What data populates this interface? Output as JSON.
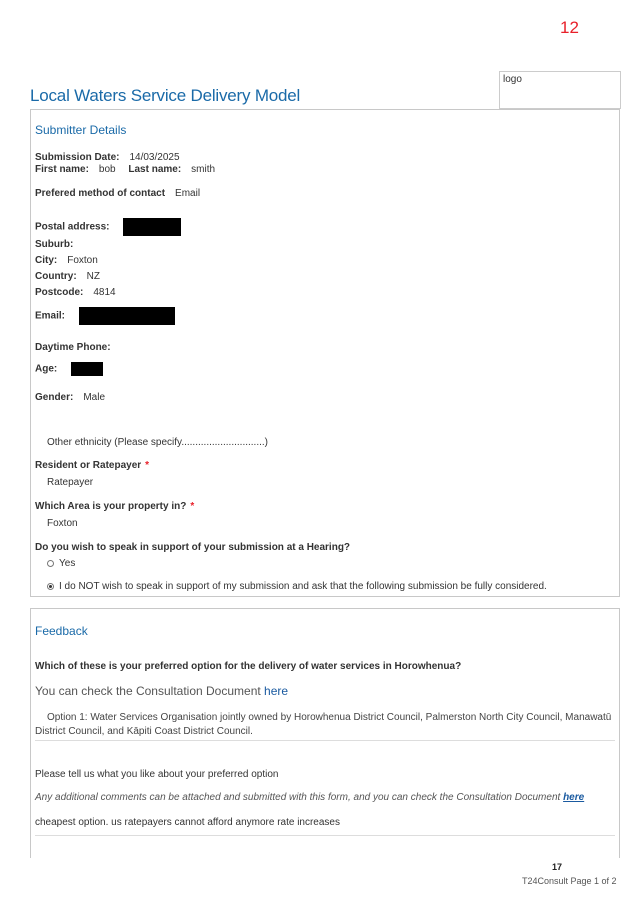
{
  "page_number": "12",
  "logo_text": "logo",
  "title": "Local Waters Service Delivery Model",
  "submitter": {
    "heading": "Submitter Details",
    "submission_date_label": "Submission Date:",
    "submission_date": "14/03/2025",
    "first_name_label": "First name:",
    "first_name": "bob",
    "last_name_label": "Last name:",
    "last_name": "smith",
    "contact_label": "Prefered method of contact",
    "contact_value": "Email",
    "postal_label": "Postal address:",
    "suburb_label": "Suburb:",
    "city_label": "City:",
    "city": "Foxton",
    "country_label": "Country:",
    "country": "NZ",
    "postcode_label": "Postcode:",
    "postcode": "4814",
    "email_label": "Email:",
    "phone_label": "Daytime Phone:",
    "age_label": "Age:",
    "gender_label": "Gender:",
    "gender": "Male",
    "ethnicity_text": "Other ethnicity (Please specify..............................)",
    "resident_label": "Resident or Ratepayer",
    "resident_value": "Ratepayer",
    "area_label": "Which Area is your property in?",
    "area_value": "Foxton",
    "required_mark": "*",
    "hearing_question": "Do you wish to speak in support of your submission at a Hearing?",
    "hearing_options": [
      {
        "label": "Yes",
        "checked": false
      },
      {
        "label": "I do NOT wish to speak in support of my submission and ask that the following submission be fully considered.",
        "checked": true
      }
    ]
  },
  "feedback": {
    "heading": "Feedback",
    "question": "Which of these is your preferred option for the delivery of water services in Horowhenua?",
    "consult_prefix": "You can check the Consultation Document ",
    "consult_link": "here",
    "option_text": "Option 1: Water Services Organisation jointly owned by Horowhenua District Council, Palmerston North City Council, Manawatū District Council, and Kāpiti Coast District Council.",
    "like_question": "Please tell us what you like about your preferred option",
    "additional_prefix": "Any additional comments can be attached and submitted with this form, and you can check the Consultation Document ",
    "additional_link": "here",
    "answer": "cheapest option. us ratepayers cannot afford anymore rate increases"
  },
  "footer": {
    "number": "17",
    "text": "T24Consult  Page 1 of 2"
  }
}
